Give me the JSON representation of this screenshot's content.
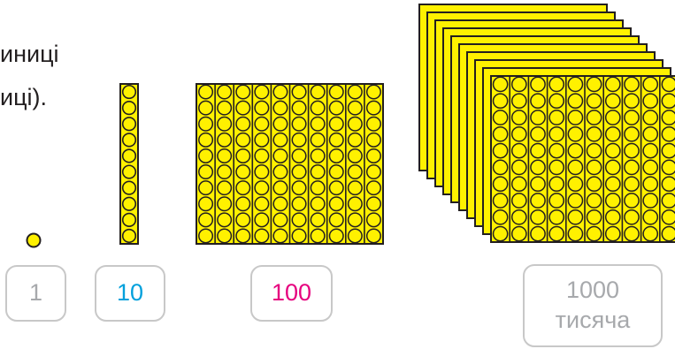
{
  "intro": {
    "line1": "иниці",
    "line2": "иці)."
  },
  "cards": {
    "one": {
      "value": "1",
      "color": "#a7a9ac"
    },
    "ten": {
      "value": "10",
      "color": "#00a0dc"
    },
    "hundred": {
      "value": "100",
      "color": "#e6007e"
    },
    "thousand": {
      "value": "1000",
      "label": "тисяча",
      "color": "#a7a9ac"
    }
  },
  "colors": {
    "bead_fill": "#fff100",
    "stroke": "#231f20",
    "card_border": "#c8c8c8"
  },
  "blocks": {
    "rod_beads": 10,
    "flat_rows": 10,
    "flat_cols": 10,
    "cube_layers": 10
  }
}
